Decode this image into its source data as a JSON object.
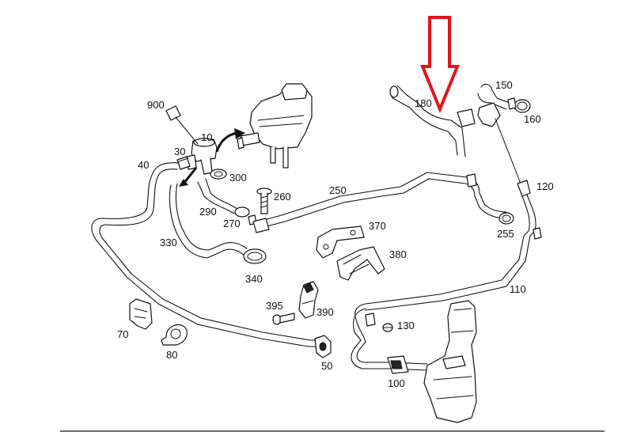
{
  "diagram": {
    "labels": {
      "p900": "900",
      "p10": "10",
      "p30": "30",
      "p40": "40",
      "p300": "300",
      "p290": "290",
      "p260": "260",
      "p250": "250",
      "p270": "270",
      "p330": "330",
      "p340": "340",
      "p370": "370",
      "p380": "380",
      "p395": "395",
      "p390": "390",
      "p70": "70",
      "p80": "80",
      "p50": "50",
      "p180": "180",
      "p150": "150",
      "p160": "160",
      "p120": "120",
      "p255": "255",
      "p110": "110",
      "p130": "130",
      "p100": "100"
    },
    "highlight_arrow_color": "#e0161b"
  }
}
